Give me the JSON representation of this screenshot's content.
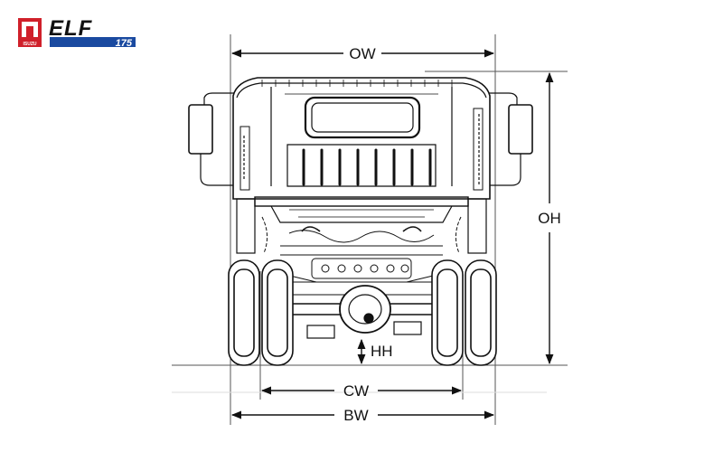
{
  "logo": {
    "maker": "ISUZU",
    "model": "ELF",
    "tonnage": "175",
    "colors": {
      "red": "#d0202a",
      "blue": "#1a4aa0",
      "dark": "#111111"
    }
  },
  "dimensions": {
    "overall_width": "OW",
    "overall_height": "OH",
    "ground_clearance": "HH",
    "cab_width": "CW",
    "body_width": "BW"
  },
  "colors": {
    "line": "#111111",
    "guide": "#555555",
    "background": "#ffffff"
  }
}
